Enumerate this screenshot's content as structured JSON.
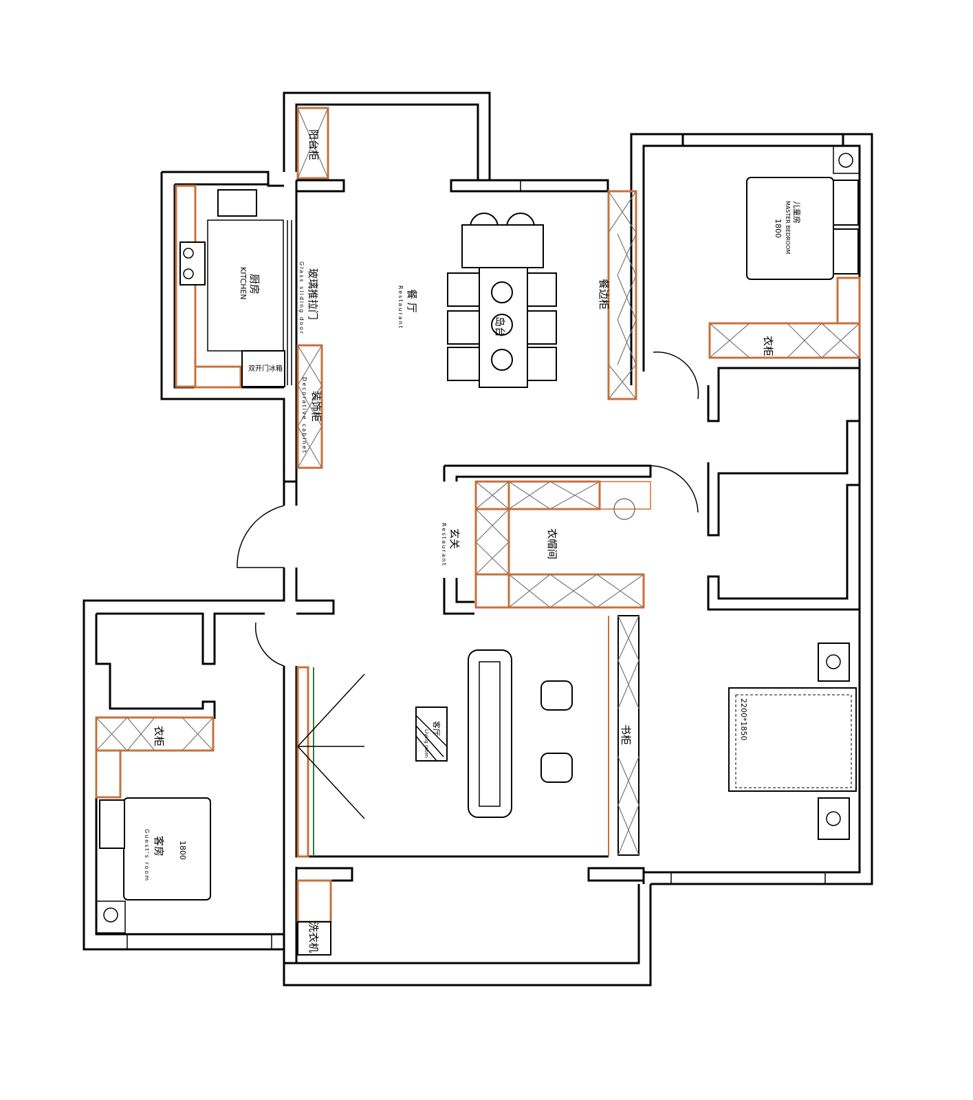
{
  "rooms": {
    "balcony_cabinet": "阳台柜",
    "kitchen_cn": "厨房",
    "kitchen_en": "KITCHEN",
    "glass_door_cn": "玻璃推拉门",
    "glass_door_en": "Glass sliding door",
    "fridge": "双开门冰箱",
    "decor_cabinet_cn": "装饰柜",
    "decor_cabinet_en": "Decorative cabinet",
    "dining_cn": "餐 厅",
    "dining_en": "Restaurant",
    "island": "岛台",
    "sideboard": "餐边柜",
    "kids_room_cn": "儿童房",
    "kids_room_en": "MASTER BEDROOM",
    "kids_bed_size": "1800",
    "kids_wardrobe": "衣柜",
    "foyer_cn": "玄关",
    "foyer_en": "Restaurant",
    "cloakroom": "衣帽间",
    "living_cn": "客厅",
    "living_en": "Living room",
    "bookcase": "书柜",
    "master_bed_size": "2200*1850",
    "guest_wardrobe": "衣柜",
    "guest_cn": "客房",
    "guest_en": "Guest's room",
    "guest_bed_size": "1800",
    "washer": "洗衣机"
  },
  "colors": {
    "wall": "#000000",
    "cabinet": "#c8703a",
    "partition": "#2e7d32"
  }
}
